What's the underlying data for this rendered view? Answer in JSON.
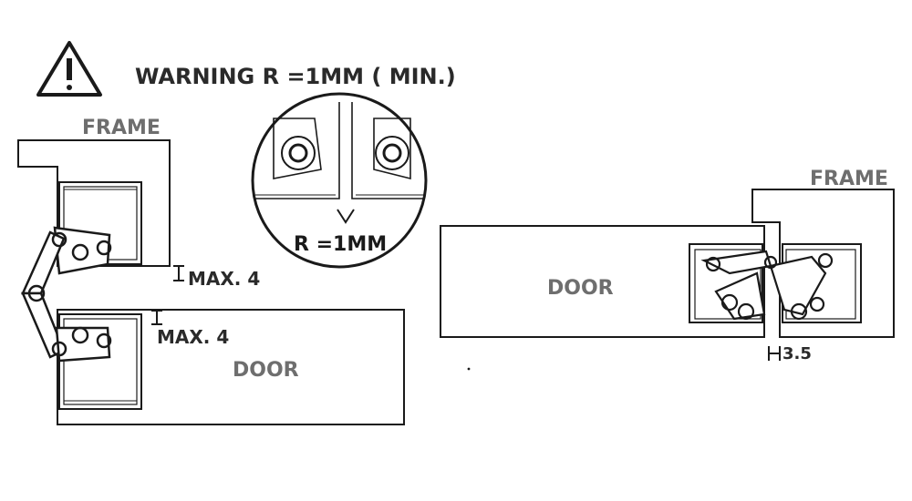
{
  "warning": {
    "text": "WARNING R =1MM ( MIN.)",
    "icon": "warning-triangle-icon"
  },
  "left_diagram": {
    "frame_label": "FRAME",
    "door_label": "DOOR",
    "gap_top_label": "MAX. 4",
    "gap_bottom_label": "MAX. 4"
  },
  "detail": {
    "radius_label": "R =1MM"
  },
  "right_diagram": {
    "frame_label": "FRAME",
    "door_label": "DOOR",
    "gap_label": "3.5"
  },
  "colors": {
    "line": "#1a1a1a",
    "label_gray": "#6e6e6e",
    "text_dark": "#2a2a2a"
  }
}
